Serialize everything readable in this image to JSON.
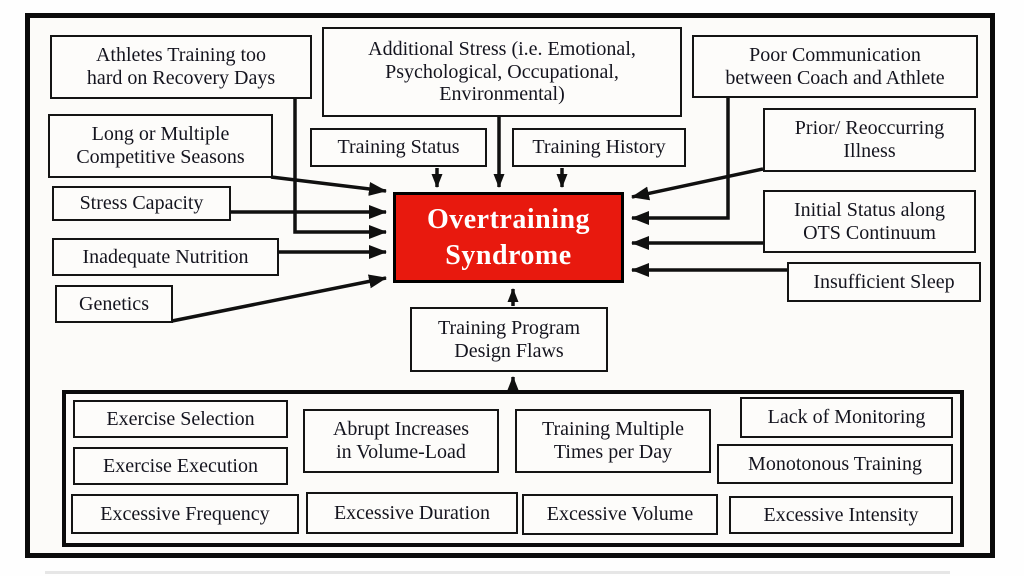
{
  "meta": {
    "title": "Overtraining Syndrome contributing factors diagram"
  },
  "colors": {
    "accent_red": "#e8190e",
    "line": "#101010",
    "box_bg": "#fdfcfa",
    "center_text": "#ffffff"
  },
  "nodes": {
    "athletes_recovery": "Athletes Training too\nhard on Recovery Days",
    "additional_stress": "Additional Stress (i.e. Emotional,\nPsychological, Occupational,\nEnvironmental)",
    "poor_communication": "Poor Communication\nbetween Coach and Athlete",
    "long_seasons": "Long or Multiple\nCompetitive Seasons",
    "training_status": "Training Status",
    "training_history": "Training History",
    "prior_illness": "Prior/ Reoccurring\nIllness",
    "stress_capacity": "Stress Capacity",
    "inadequate_nutrition": "Inadequate Nutrition",
    "genetics": "Genetics",
    "initial_status": "Initial Status along\nOTS Continuum",
    "insufficient_sleep": "Insufficient Sleep",
    "overtraining_syndrome": "Overtraining\nSyndrome",
    "training_program_flaws": "Training Program\nDesign Flaws",
    "exercise_selection": "Exercise Selection",
    "exercise_execution": "Exercise Execution",
    "excessive_frequency": "Excessive Frequency",
    "abrupt_increases": "Abrupt Increases\nin Volume-Load",
    "training_multiple": "Training Multiple\nTimes per Day",
    "excessive_duration": "Excessive Duration",
    "excessive_volume": "Excessive Volume",
    "lack_of_monitoring": "Lack of Monitoring",
    "monotonous_training": "Monotonous Training",
    "excessive_intensity": "Excessive Intensity"
  }
}
